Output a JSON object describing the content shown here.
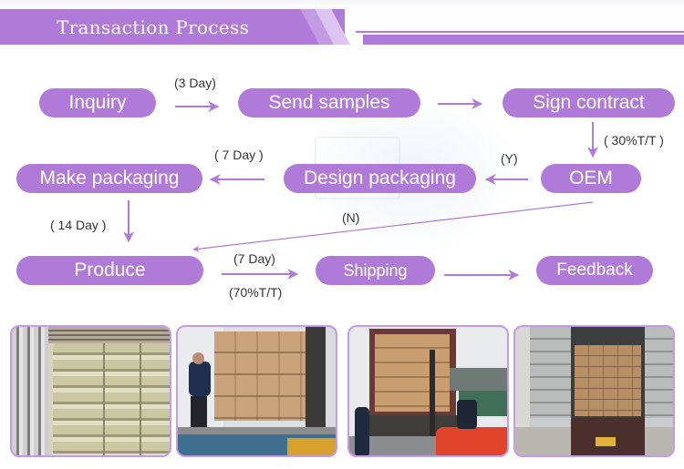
{
  "header": {
    "title": "Transaction Process"
  },
  "colors": {
    "accent": "#b07ad9",
    "accent_light": "#c29ce3",
    "accent_pale": "#dcc6f1",
    "label_text": "#333333"
  },
  "steps": {
    "inquiry": "Inquiry",
    "send_samples": "Send samples",
    "sign_contract": "Sign contract",
    "oem": "OEM",
    "design_packaging": "Design packaging",
    "make_packaging": "Make packaging",
    "produce": "Produce",
    "shipping": "Shipping",
    "feedback": "Feedback"
  },
  "labels": {
    "inquiry_to_samples": "(3 Day)",
    "contract_to_oem": "( 30%T/T )",
    "oem_yes": "(Y)",
    "design_to_make": "( 7 Day )",
    "make_to_produce": "( 14 Day )",
    "oem_no": "(N)",
    "produce_to_shipping_top": "(7 Day)",
    "produce_to_shipping_bottom": "(70%T/T)"
  },
  "photos": [
    {
      "subject": "sacks-stacked-in-container"
    },
    {
      "subject": "worker-loading-boxes-on-hand-truck"
    },
    {
      "subject": "forklift-loading-truck"
    },
    {
      "subject": "loaded-container-rear-view"
    }
  ]
}
